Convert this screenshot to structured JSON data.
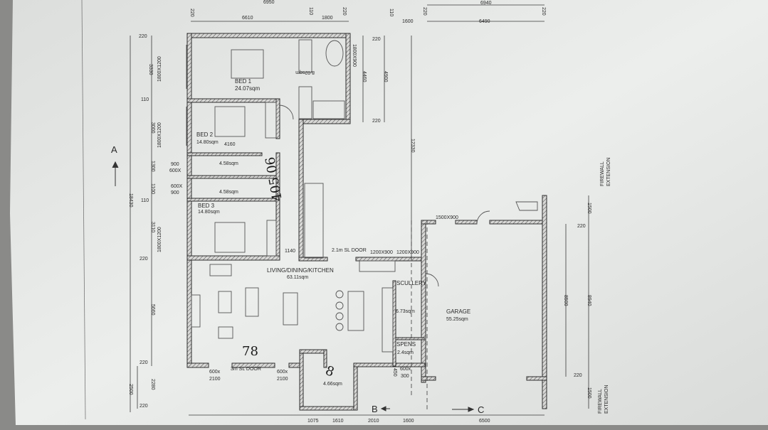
{
  "rooms": {
    "bed1": {
      "name": "BED 1",
      "area": "24.07sqm"
    },
    "ensuite": {
      "area": "8.02sqm"
    },
    "bed2": {
      "name": "BED 2",
      "area": "14.80sqm"
    },
    "bath1": {
      "area": "4.58sqm"
    },
    "bath2": {
      "area": "4.58sqm"
    },
    "bed3": {
      "name": "BED 3",
      "area": "14.80sqm"
    },
    "living": {
      "name": "LIVING/DINING/KITCHEN",
      "area": "63.11sqm"
    },
    "scullery": {
      "name": "SCULLERY",
      "area": "6.73sqm"
    },
    "spens": {
      "name": "SPENS",
      "area": "2.4sqm"
    },
    "wc": {
      "area": "4.66sqm"
    },
    "garage": {
      "name": "GARAGE",
      "area": "55.25sqm"
    }
  },
  "openings": {
    "bed1_window": "1800X1200",
    "bed2_window": "1800X1200",
    "bed3_window": "1800X1200",
    "ensuite_window": "1800X900",
    "bath1_window": [
      "900",
      "600X"
    ],
    "bath2_window": [
      "600X",
      "900"
    ],
    "hall_width": "1140",
    "bed2_width": "4160",
    "sl_door_top": "2.1m SL DOOR",
    "kitchen_window1": "1200X900",
    "kitchen_window2": "1200X900",
    "front_left_window": [
      "600x",
      "2100"
    ],
    "sl_door_bottom": "3m SL DOOR",
    "front_right_window": [
      "600x",
      "2100"
    ],
    "spens_window": [
      "600x",
      "300"
    ],
    "spens_offset": "450",
    "garage_window": "1500X900"
  },
  "dimensions": {
    "top": [
      "6950",
      "220",
      "6610",
      "110",
      "1800",
      "220",
      "110",
      "1600",
      "220",
      "6940",
      "6490",
      "220"
    ],
    "left": [
      "220",
      "3330",
      "110",
      "3000",
      "1300",
      "1100",
      "110",
      "3110",
      "220",
      "5660",
      "220",
      "2280",
      "2500",
      "220",
      "18430"
    ],
    "right_wing": [
      "220",
      "4460",
      "4900",
      "220",
      "12330"
    ],
    "garage": [
      "1500",
      "220",
      "8500",
      "8940",
      "220",
      "1500"
    ],
    "bottom": [
      "1075",
      "1610",
      "2010",
      "1600",
      "6500"
    ]
  },
  "notes": {
    "firewall_top": [
      "FIREWALL",
      "EXTENSION"
    ],
    "firewall_bottom": [
      "FIREWALL",
      "EXTENSION"
    ]
  },
  "section_markers": {
    "a": "A",
    "b": "B",
    "c": "C"
  },
  "handwriting": {
    "living": "78",
    "wc": "8",
    "hall": "405 06"
  },
  "colors": {
    "paper": "#e6e7e5",
    "ink": "#2e2e2e",
    "backdrop": "#8a8a88"
  }
}
